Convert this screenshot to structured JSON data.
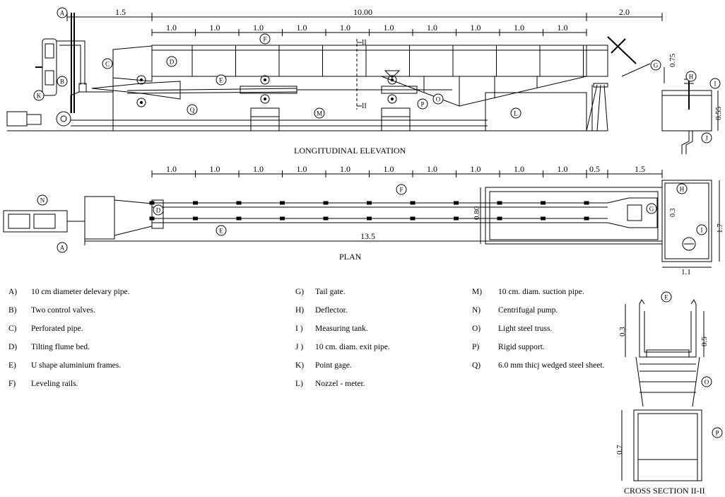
{
  "titles": {
    "elevation": "LONGITUDINAL ELEVATION",
    "plan": "PLAN",
    "section": "CROSS SECTION II-II"
  },
  "dimensions": {
    "top_left": "1.5",
    "top_total": "10.00",
    "top_right": "2.0",
    "spacing": "1.0",
    "tank_height": "0.55",
    "gate_height": "0.75",
    "plan_half": "0.5",
    "plan_end": "1.5",
    "plan_width": "0.80",
    "plan_total": "13.5",
    "tank_side": "1.7",
    "tank_width": "1.1",
    "deflector_width": "0.3",
    "sec_a": "0.3",
    "sec_b": "0.5",
    "sec_c": "0.7",
    "section_mark": "II"
  },
  "callouts": [
    "A",
    "B",
    "C",
    "D",
    "E",
    "F",
    "G",
    "H",
    "I",
    "J",
    "K",
    "L",
    "M",
    "N",
    "O",
    "P",
    "Q"
  ],
  "legend": {
    "col1": [
      {
        "key": "A)",
        "text": "10 cm diameter delevary pipe."
      },
      {
        "key": "B)",
        "text": "Two control valves."
      },
      {
        "key": "C)",
        "text": "Perforated pipe."
      },
      {
        "key": "D)",
        "text": "Tilting flume bed."
      },
      {
        "key": "E)",
        "text": "U shape aluminium frames."
      },
      {
        "key": "F)",
        "text": "Leveling rails."
      }
    ],
    "col2": [
      {
        "key": "G)",
        "text": "Tail gate."
      },
      {
        "key": "H)",
        "text": "Deflector."
      },
      {
        "key": "I )",
        "text": "Measuring tank."
      },
      {
        "key": "J )",
        "text": "10 cm. diam. exit pipe."
      },
      {
        "key": "K)",
        "text": "Point gage."
      },
      {
        "key": "L)",
        "text": "Nozzel - meter."
      }
    ],
    "col3": [
      {
        "key": "M)",
        "text": "10 cm. diam. suction pipe."
      },
      {
        "key": "N)",
        "text": "Centrifugal pump."
      },
      {
        "key": "O)",
        "text": "Light steel truss."
      },
      {
        "key": "P)",
        "text": "Rigid support."
      },
      {
        "key": "Q)",
        "text": "6.0 mm thicj wedged steel sheet."
      }
    ]
  }
}
